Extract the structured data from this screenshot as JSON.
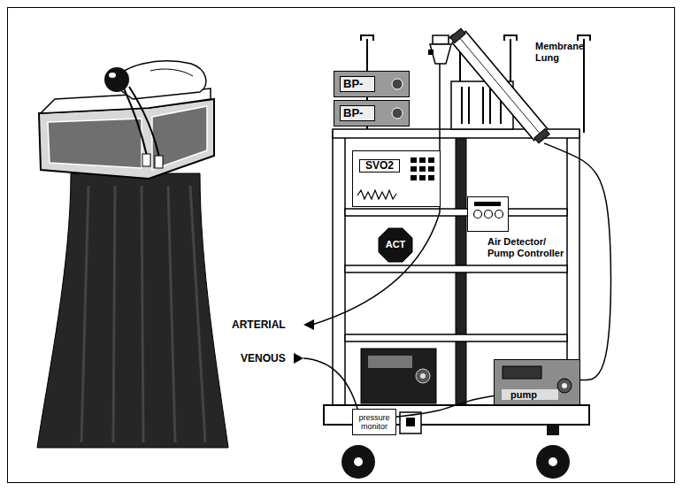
{
  "diagram": {
    "nodes": [
      {
        "text": [
          "BP-"
        ]
      },
      {
        "text": [
          "BP-"
        ]
      },
      {
        "text": [
          "Membrane Lung"
        ]
      },
      {
        "text": [
          "SVO2"
        ]
      },
      {
        "text": [
          "Air Detector/ Pump Controller"
        ]
      },
      {
        "text": [
          "ACT"
        ]
      },
      {
        "text": [
          "pressure monitor"
        ]
      },
      {
        "text": [
          "pump"
        ]
      }
    ],
    "edges": [
      {
        "from": 7,
        "to": 2,
        "arrow": "none"
      },
      {
        "from": 6,
        "to": 7,
        "arrow": "none"
      }
    ],
    "labels": [
      "ARTERIAL",
      "VENOUS"
    ]
  }
}
